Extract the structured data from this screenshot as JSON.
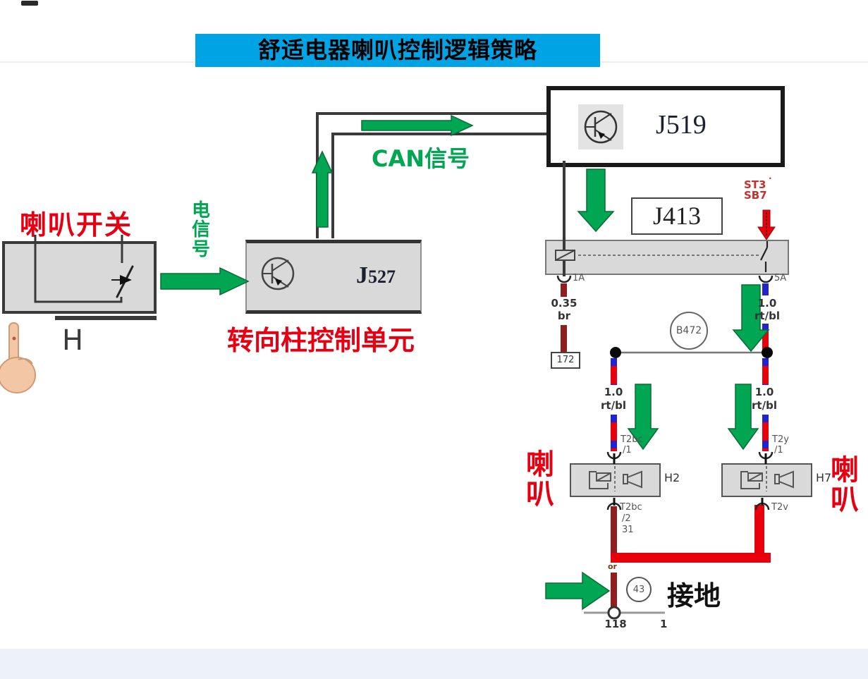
{
  "title": "舒适电器喇叭控制逻辑策略",
  "colors": {
    "titleBg": "#00a3e4",
    "accentGreen": "#00a651",
    "labelRed": "#e60012",
    "wireRed": "#e8000d",
    "wireBlue": "#2323cd",
    "wireBrown": "#8f1f1f",
    "boxGray": "#d9d9d9",
    "bottomBand": "#edf1f9"
  },
  "hornSwitch": {
    "label": "喇叭开关",
    "id": "H",
    "signal": "电信号"
  },
  "j527": {
    "prefix": "J",
    "num": "527",
    "caption": "转向柱控制单元"
  },
  "can": {
    "label": "CAN信号"
  },
  "j519": {
    "id": "J519"
  },
  "j413": {
    "id": "J413",
    "fuse1": "ST3",
    "fuse2": "SB7",
    "fuseMark": "·"
  },
  "leftWire": {
    "terminal": "1A",
    "gauge": "0.35",
    "color": "br",
    "groundRef": "172"
  },
  "rightWire": {
    "terminal": "5A",
    "gauge": "1.0",
    "color": "rt/bl"
  },
  "connector": {
    "id": "B472"
  },
  "branches": [
    {
      "gauge": "1.0",
      "color": "rt/bl",
      "topConn": "T2bc",
      "topPin": "/1",
      "horn": "H2",
      "hornLabel": "喇叭",
      "botConn": "T2bc",
      "botPin": "/2",
      "botTerm": "31"
    },
    {
      "gauge": "1.0",
      "color": "rt/bl",
      "topConn": "T2y",
      "topPin": "/1",
      "horn": "H7",
      "hornLabel": "喇叭",
      "botConn": "T2v",
      "botPin": "",
      "botTerm": ""
    }
  ],
  "ground": {
    "wireColor": "or",
    "point": "43",
    "label": "接地",
    "node": "118",
    "nodeRight": "1"
  }
}
